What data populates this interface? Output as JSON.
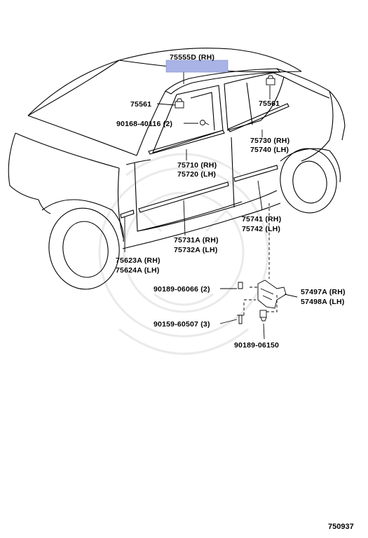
{
  "diagram": {
    "figure_number": "750937",
    "highlight_color": "#a9b3e6",
    "callouts": {
      "roof_molding_rh": "75555D (RH)",
      "clip_left": "75561",
      "clip_right": "75561",
      "screw_front": "90168-40116 (2)",
      "belt_molding_rear_rh": "75730 (RH)",
      "belt_molding_rear_lh": "75740 (LH)",
      "belt_molding_front_rh": "75710 (RH)",
      "belt_molding_front_lh": "75720 (LH)",
      "side_molding_rear_rh": "75741 (RH)",
      "side_molding_rear_lh": "75742 (LH)",
      "side_molding_front_rh": "75731A (RH)",
      "side_molding_front_lh": "75732A (LH)",
      "fender_molding_rh": "75623A (RH)",
      "fender_molding_lh": "75624A (LH)",
      "clip_bolt_a": "90189-06066 (2)",
      "bracket_rh": "57497A (RH)",
      "bracket_lh": "57498A (LH)",
      "clip_bolt_b": "90159-60507 (3)",
      "clip_bottom": "90189-06150"
    }
  }
}
